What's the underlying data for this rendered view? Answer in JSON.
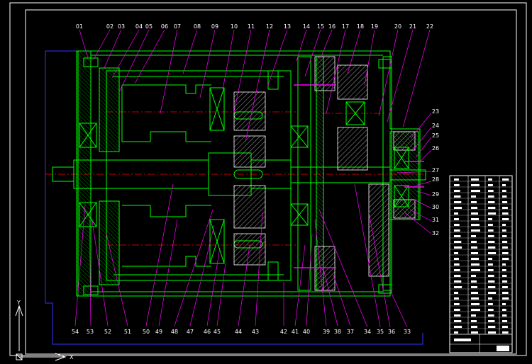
{
  "drawing": {
    "part_labels_top": [
      "01",
      "02",
      "03",
      "04",
      "05",
      "06",
      "07",
      "08",
      "09",
      "10",
      "11",
      "12",
      "13",
      "14",
      "15",
      "16",
      "17",
      "18",
      "19",
      "20",
      "21",
      "22"
    ],
    "part_labels_right": [
      "23",
      "24",
      "25",
      "26",
      "27",
      "28",
      "29",
      "30",
      "31",
      "32"
    ],
    "part_labels_bottom": [
      "54",
      "53",
      "52",
      "51",
      "50",
      "49",
      "48",
      "47",
      "46",
      "45",
      "44",
      "43",
      "42",
      "41",
      "40",
      "39",
      "38",
      "37",
      "34",
      "35",
      "36",
      "33"
    ],
    "ucs_axis": {
      "y": "Y",
      "x": "X"
    }
  },
  "colors": {
    "background": "#000000",
    "frame": "#ffffff",
    "outline": "#00ff00",
    "leader": "#ff00ff",
    "centerline": "#ff0000",
    "hatch": "#ffffff",
    "boundary": "#3333ff"
  }
}
